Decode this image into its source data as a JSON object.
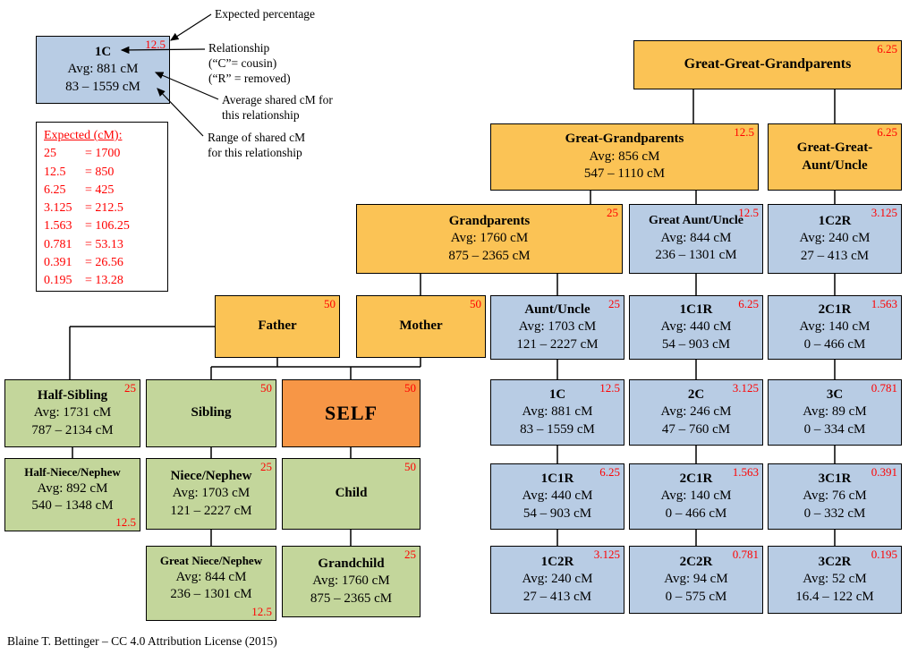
{
  "footer": "Blaine T. Bettinger – CC 4.0 Attribution License (2015)",
  "legend": {
    "sample": {
      "title": "1C",
      "pct": "12.5",
      "avg": "Avg: 881 cM",
      "range": "83 – 1559 cM"
    },
    "annotations": {
      "expected": "Expected percentage",
      "relationship": "Relationship\n(“C”= cousin)\n(“R” = removed)",
      "average": "Average shared cM for\nthis relationship",
      "range": "Range of shared cM\nfor this relationship"
    },
    "expected_table": {
      "title": "Expected (cM):",
      "rows": [
        {
          "pct": "25",
          "val": "= 1700"
        },
        {
          "pct": "12.5",
          "val": "= 850"
        },
        {
          "pct": "6.25",
          "val": "= 425"
        },
        {
          "pct": "3.125",
          "val": "= 212.5"
        },
        {
          "pct": "1.563",
          "val": "= 106.25"
        },
        {
          "pct": "0.781",
          "val": "= 53.13"
        },
        {
          "pct": "0.391",
          "val": "= 26.56"
        },
        {
          "pct": "0.195",
          "val": "= 13.28"
        }
      ]
    }
  },
  "nodes": {
    "gggp": {
      "title": "Great-Great-Grandparents",
      "pct": "6.25"
    },
    "ggp": {
      "title": "Great-Grandparents",
      "pct": "12.5",
      "avg": "Avg: 856 cM",
      "range": "547 – 1110 cM"
    },
    "ggau": {
      "title": "Great-Great-\nAunt/Uncle",
      "pct": "6.25"
    },
    "gparents": {
      "title": "Grandparents",
      "pct": "25",
      "avg": "Avg: 1760 cM",
      "range": "875 – 2365 cM"
    },
    "gau": {
      "title": "Great Aunt/Uncle",
      "pct": "12.5",
      "avg": "Avg: 844 cM",
      "range": "236 – 1301 cM"
    },
    "1c2r_u": {
      "title": "1C2R",
      "pct": "3.125",
      "avg": "Avg: 240 cM",
      "range": "27 – 413 cM"
    },
    "father": {
      "title": "Father",
      "pct": "50"
    },
    "mother": {
      "title": "Mother",
      "pct": "50"
    },
    "aunt_uncle": {
      "title": "Aunt/Uncle",
      "pct": "25",
      "avg": "Avg: 1703 cM",
      "range": "121 – 2227 cM"
    },
    "1c1r_u": {
      "title": "1C1R",
      "pct": "6.25",
      "avg": "Avg: 440 cM",
      "range": "54 – 903 cM"
    },
    "2c1r_u": {
      "title": "2C1R",
      "pct": "1.563",
      "avg": "Avg: 140 cM",
      "range": "0 – 466 cM"
    },
    "half_sibling": {
      "title": "Half-Sibling",
      "pct": "25",
      "avg": "Avg: 1731 cM",
      "range": "787 – 2134 cM"
    },
    "sibling": {
      "title": "Sibling",
      "pct": "50"
    },
    "self": {
      "title": "SELF",
      "pct": "50"
    },
    "1c": {
      "title": "1C",
      "pct": "12.5",
      "avg": "Avg: 881 cM",
      "range": "83 – 1559 cM"
    },
    "2c": {
      "title": "2C",
      "pct": "3.125",
      "avg": "Avg: 246 cM",
      "range": "47 – 760 cM"
    },
    "3c": {
      "title": "3C",
      "pct": "0.781",
      "avg": "Avg: 89 cM",
      "range": "0 – 334 cM"
    },
    "half_nn": {
      "title": "Half-Niece/Nephew",
      "pct": "12.5",
      "avg": "Avg: 892 cM",
      "range": "540 – 1348 cM"
    },
    "niece_nephew": {
      "title": "Niece/Nephew",
      "pct": "25",
      "avg": "Avg: 1703 cM",
      "range": "121 – 2227 cM"
    },
    "child": {
      "title": "Child",
      "pct": "50"
    },
    "1c1r_l": {
      "title": "1C1R",
      "pct": "6.25",
      "avg": "Avg: 440 cM",
      "range": "54 – 903 cM"
    },
    "2c1r_l": {
      "title": "2C1R",
      "pct": "1.563",
      "avg": "Avg: 140 cM",
      "range": "0 – 466 cM"
    },
    "3c1r": {
      "title": "3C1R",
      "pct": "0.391",
      "avg": "Avg: 76 cM",
      "range": "0 – 332 cM"
    },
    "great_nn": {
      "title": "Great Niece/Nephew",
      "pct": "12.5",
      "avg": "Avg: 844 cM",
      "range": "236 – 1301 cM"
    },
    "grandchild": {
      "title": "Grandchild",
      "pct": "25",
      "avg": "Avg: 1760 cM",
      "range": "875 – 2365 cM"
    },
    "1c2r_l": {
      "title": "1C2R",
      "pct": "3.125",
      "avg": "Avg: 240 cM",
      "range": "27 – 413 cM"
    },
    "2c2r": {
      "title": "2C2R",
      "pct": "0.781",
      "avg": "Avg: 94 cM",
      "range": "0 – 575 cM"
    },
    "3c2r": {
      "title": "3C2R",
      "pct": "0.195",
      "avg": "Avg: 52 cM",
      "range": "16.4 – 122 cM"
    }
  }
}
